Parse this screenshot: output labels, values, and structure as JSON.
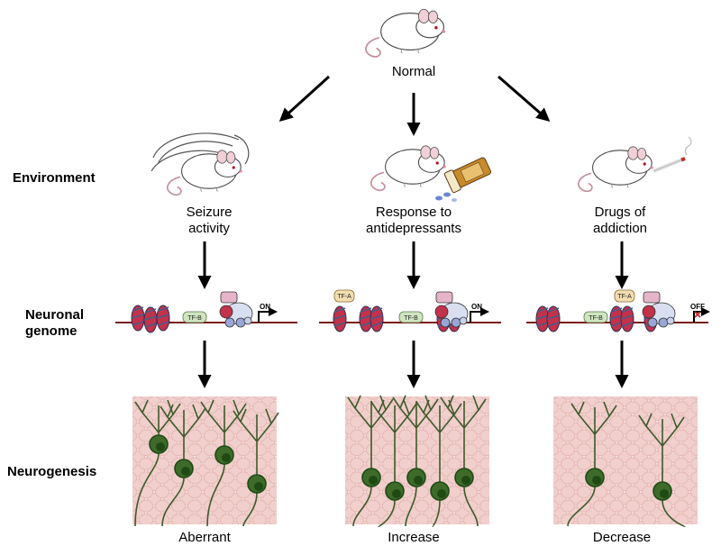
{
  "top": {
    "label": "Normal"
  },
  "row_labels": {
    "environment": "Environment",
    "genome_line1": "Neuronal",
    "genome_line2": "genome",
    "neurogenesis": "Neurogenesis"
  },
  "conditions": [
    {
      "line1": "Seizure",
      "line2": "activity",
      "outcome": "Aberrant",
      "tfa": "",
      "tfb": "TF-B",
      "switch": "ON"
    },
    {
      "line1": "Response to",
      "line2": "antidepressants",
      "outcome": "Increase",
      "tfa": "TF-A",
      "tfb": "TF-B",
      "switch": "ON"
    },
    {
      "line1": "Drugs of",
      "line2": "addiction",
      "outcome": "Decrease",
      "tfa": "TF-A",
      "tfb": "TF-B",
      "switch": "OFF"
    }
  ],
  "colors": {
    "dna": "#7a1a1a",
    "histone": "#c2324a",
    "histone_band": "#4a5a8a",
    "tf_box": "#cfe5c0",
    "tfa_box": "#f3ddb0",
    "cell_bg": "#f1d5d3",
    "neuron": "#3e6b2a",
    "neuron_dark": "#1f4a14"
  },
  "icons": [
    "mouse-icon",
    "pill-bottle-icon",
    "cigarette-icon",
    "seizure-lines-icon",
    "nucleosome-icon",
    "polymerase-icon",
    "neuron-icon"
  ]
}
